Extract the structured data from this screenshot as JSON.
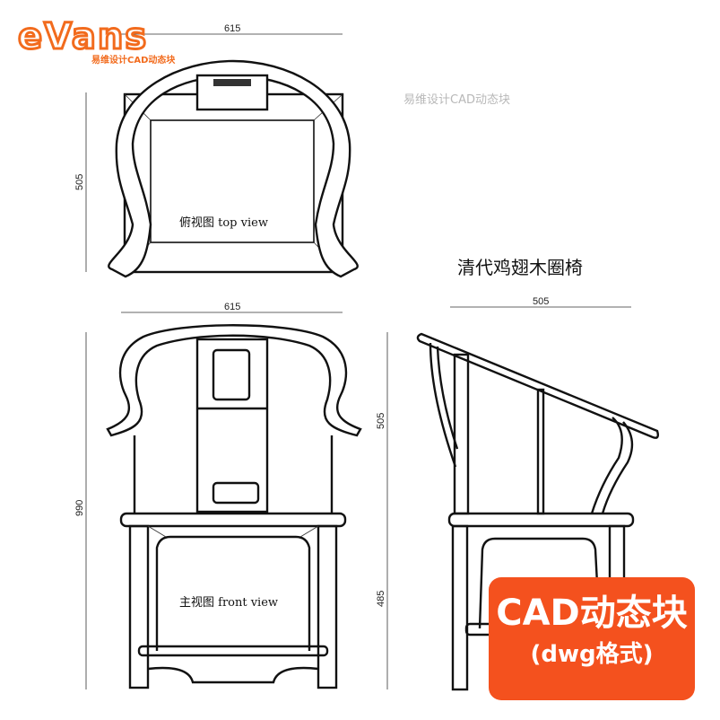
{
  "logo": {
    "wordmark": "eVans",
    "subtitle": "易维设计CAD动态块",
    "color": "#f26b1d"
  },
  "watermark": "易维设计CAD动态块",
  "title": "清代鸡翅木圈椅",
  "top_view": {
    "label": "俯视图  top view",
    "width_dim": "615",
    "depth_dim": "505"
  },
  "front_view": {
    "label": "主视图  front view",
    "width_dim": "615",
    "height_dim": "990",
    "back_dim": "505",
    "seat_dim": "485"
  },
  "side_view": {
    "depth_dim": "505"
  },
  "badge": {
    "line1": "CAD动态块",
    "line2": "(dwg格式)",
    "color": "#f4511e"
  }
}
